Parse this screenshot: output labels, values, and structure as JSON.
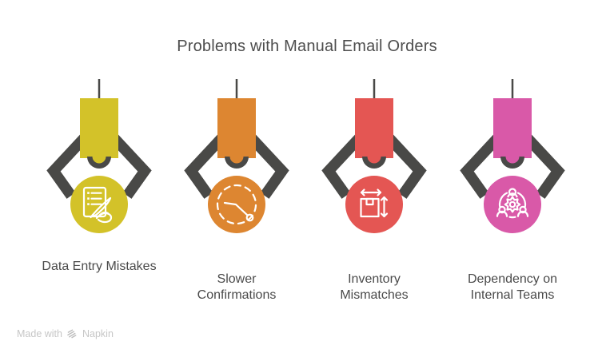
{
  "title": "Problems with Manual Email Orders",
  "colors": {
    "background": "#ffffff",
    "claw_dark": "#494947",
    "title_text": "#4d4d4d",
    "label_text": "#4a4a4a",
    "icon_stroke": "#ffffff",
    "watermark_text": "#c6c6c6"
  },
  "claws": [
    {
      "label": "Data Entry Mistakes",
      "color": "#d3c229",
      "icon": "document-pen-icon"
    },
    {
      "label": "Slower\nConfirmations",
      "color": "#dd8631",
      "icon": "clock-delay-icon"
    },
    {
      "label": "Inventory\nMismatches",
      "color": "#e45653",
      "icon": "box-dimensions-icon"
    },
    {
      "label": "Dependency on\nInternal Teams",
      "color": "#d959a8",
      "icon": "team-gear-icon"
    }
  ],
  "watermark": {
    "prefix": "Made with",
    "brand": "Napkin",
    "logo_icon": "napkin-logo-icon"
  }
}
